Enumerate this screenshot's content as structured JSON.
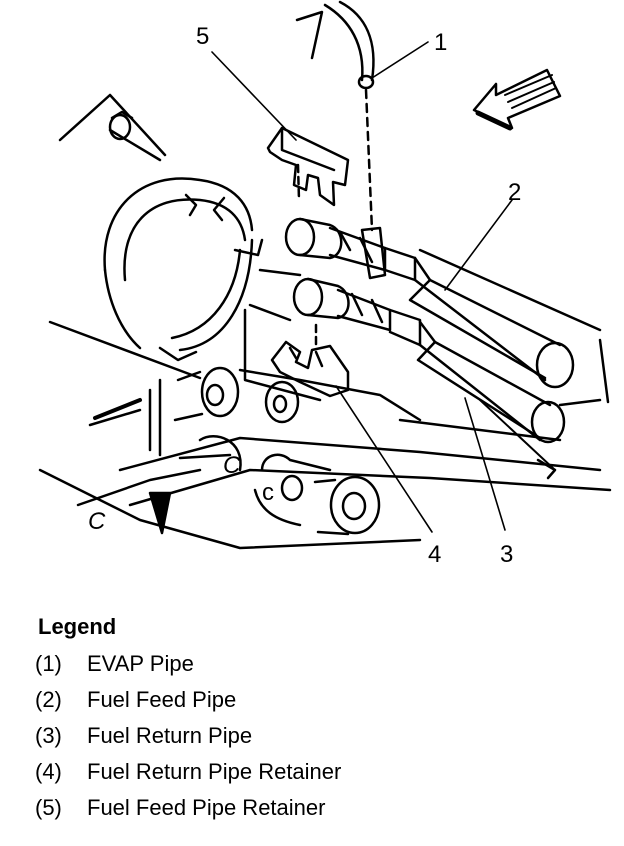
{
  "diagram": {
    "callouts": [
      "1",
      "2",
      "3",
      "4",
      "5"
    ]
  },
  "legend": {
    "title": "Legend",
    "items": [
      {
        "num": "(1)",
        "label": "EVAP Pipe"
      },
      {
        "num": "(2)",
        "label": "Fuel Feed Pipe"
      },
      {
        "num": "(3)",
        "label": "Fuel Return Pipe"
      },
      {
        "num": "(4)",
        "label": "Fuel Return Pipe Retainer"
      },
      {
        "num": "(5)",
        "label": "Fuel Feed Pipe Retainer"
      }
    ]
  }
}
